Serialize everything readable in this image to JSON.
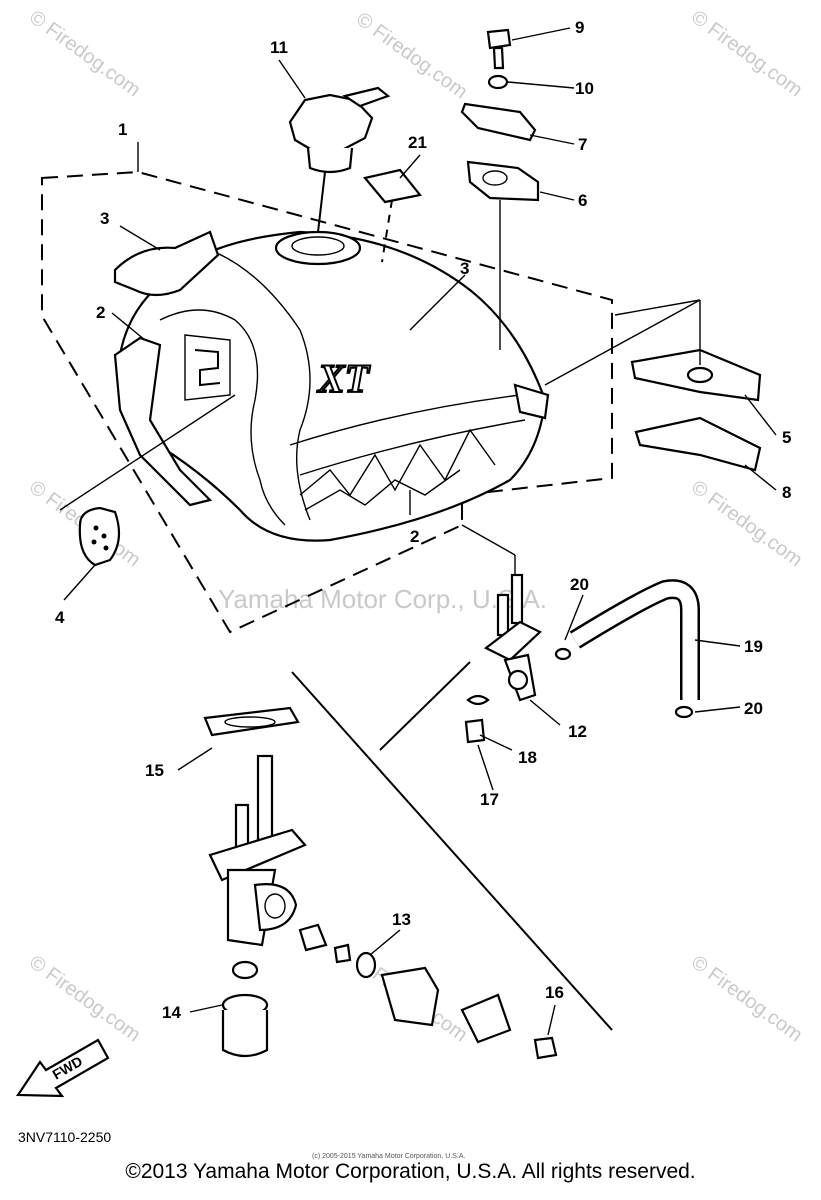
{
  "diagram": {
    "callouts": [
      {
        "id": "1",
        "label": "1"
      },
      {
        "id": "2a",
        "label": "2"
      },
      {
        "id": "2b",
        "label": "2"
      },
      {
        "id": "3a",
        "label": "3"
      },
      {
        "id": "3b",
        "label": "3"
      },
      {
        "id": "4",
        "label": "4"
      },
      {
        "id": "5",
        "label": "5"
      },
      {
        "id": "6",
        "label": "6"
      },
      {
        "id": "7",
        "label": "7"
      },
      {
        "id": "8",
        "label": "8"
      },
      {
        "id": "9",
        "label": "9"
      },
      {
        "id": "10",
        "label": "10"
      },
      {
        "id": "11",
        "label": "11"
      },
      {
        "id": "12",
        "label": "12"
      },
      {
        "id": "13",
        "label": "13"
      },
      {
        "id": "14",
        "label": "14"
      },
      {
        "id": "15",
        "label": "15"
      },
      {
        "id": "16",
        "label": "16"
      },
      {
        "id": "17",
        "label": "17"
      },
      {
        "id": "18",
        "label": "18"
      },
      {
        "id": "19",
        "label": "19"
      },
      {
        "id": "20a",
        "label": "20"
      },
      {
        "id": "20b",
        "label": "20"
      },
      {
        "id": "21",
        "label": "21"
      }
    ],
    "tank_emblem": "XT",
    "fwd_arrow_label": "FWD",
    "diagram_code": "3NV7110-2250",
    "watermark_center": "Yamaha Motor Corp., U.S.A.",
    "watermark_site": "© Firedog.com",
    "small_notice": "(c) 2005-2015 Yamaha Motor Corporation, U.S.A."
  },
  "footer": {
    "copyright": "©2013 Yamaha Motor Corporation, U.S.A. All rights reserved."
  }
}
